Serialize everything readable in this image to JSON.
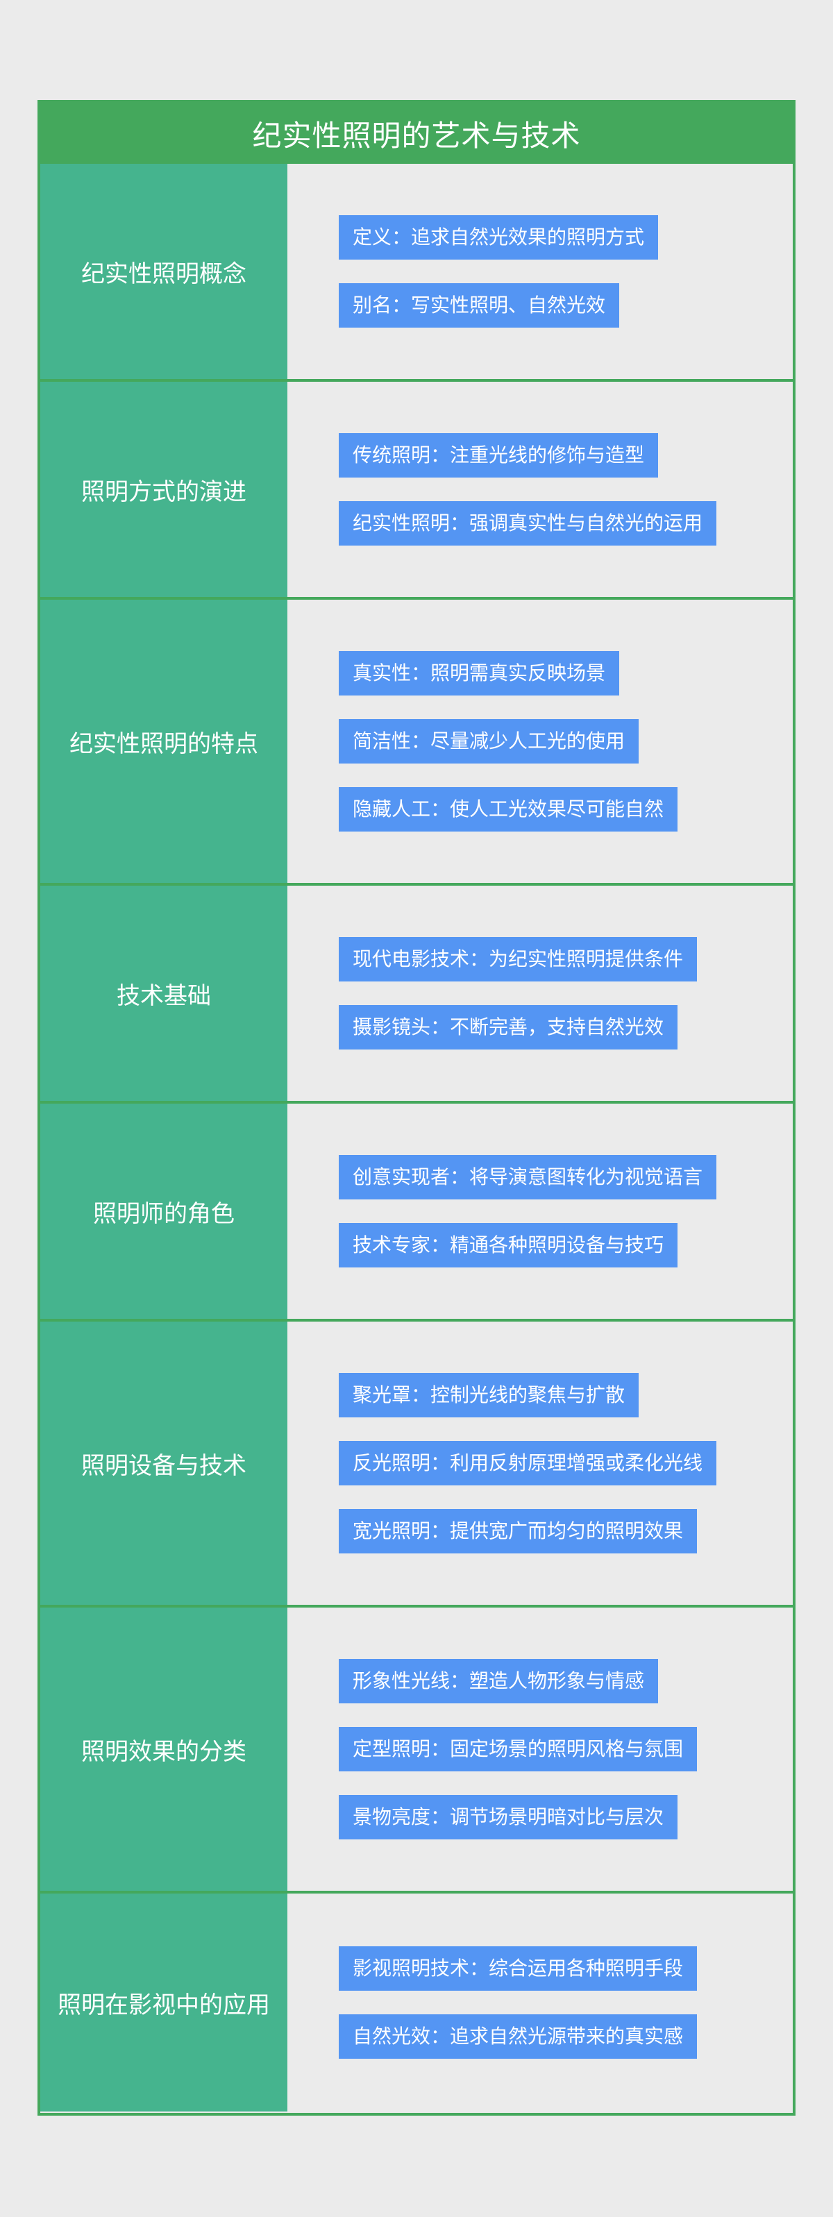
{
  "title": "纪实性照明的艺术与技术",
  "colors": {
    "background": "#ebebeb",
    "title_bar": "#44a85c",
    "category_column": "#45b48e",
    "item_box": "#5495f3",
    "text": "#ffffff"
  },
  "rows": [
    {
      "label": "纪实性照明概念",
      "items": [
        "定义：追求自然光效果的照明方式",
        "别名：写实性照明、自然光效"
      ]
    },
    {
      "label": "照明方式的演进",
      "items": [
        "传统照明：注重光线的修饰与造型",
        "纪实性照明：强调真实性与自然光的运用"
      ]
    },
    {
      "label": "纪实性照明的特点",
      "items": [
        "真实性：照明需真实反映场景",
        "简洁性：尽量减少人工光的使用",
        "隐藏人工：使人工光效果尽可能自然"
      ]
    },
    {
      "label": "技术基础",
      "items": [
        "现代电影技术：为纪实性照明提供条件",
        "摄影镜头：不断完善，支持自然光效"
      ]
    },
    {
      "label": "照明师的角色",
      "items": [
        "创意实现者：将导演意图转化为视觉语言",
        "技术专家：精通各种照明设备与技巧"
      ]
    },
    {
      "label": "照明设备与技术",
      "items": [
        "聚光罩：控制光线的聚焦与扩散",
        "反光照明：利用反射原理增强或柔化光线",
        "宽光照明：提供宽广而均匀的照明效果"
      ]
    },
    {
      "label": "照明效果的分类",
      "items": [
        "形象性光线：塑造人物形象与情感",
        "定型照明：固定场景的照明风格与氛围",
        "景物亮度：调节场景明暗对比与层次"
      ]
    },
    {
      "label": "照明在影视中的应用",
      "items": [
        "影视照明技术：综合运用各种照明手段",
        "自然光效：追求自然光源带来的真实感"
      ]
    }
  ]
}
